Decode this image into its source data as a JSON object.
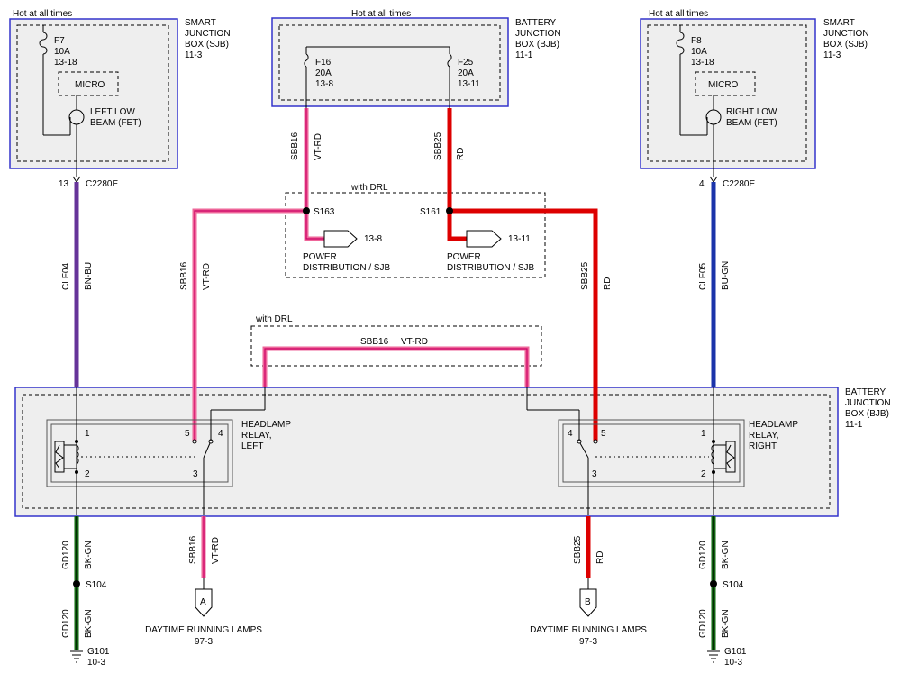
{
  "colors": {
    "vt_rd": "#ee6699",
    "vt_rd_core": "#cc0066",
    "rd": "#dd0000",
    "bn_bu": "#663399",
    "bu_gn": "#1a33aa",
    "bk_gn": "#116611",
    "box_border": "#3333cc",
    "box_fill": "#eeeeee"
  },
  "sjb_left": {
    "hot": "Hot at all times",
    "title": [
      "SMART",
      "JUNCTION",
      "BOX (SJB)",
      "11-3"
    ],
    "fuse": [
      "F7",
      "10A",
      "13-18"
    ],
    "micro": "MICRO",
    "fet": [
      "LEFT LOW",
      "BEAM (FET)"
    ],
    "pin": "13",
    "connector": "C2280E"
  },
  "sjb_right": {
    "hot": "Hot at all times",
    "title": [
      "SMART",
      "JUNCTION",
      "BOX (SJB)",
      "11-3"
    ],
    "fuse": [
      "F8",
      "10A",
      "13-18"
    ],
    "micro": "MICRO",
    "fet": [
      "RIGHT LOW",
      "BEAM (FET)"
    ],
    "pin": "4",
    "connector": "C2280E"
  },
  "bjb_top": {
    "hot": "Hot at all times",
    "title": [
      "BATTERY",
      "JUNCTION",
      "BOX (BJB)",
      "11-1"
    ],
    "fuse_a": [
      "F16",
      "20A",
      "13-8"
    ],
    "fuse_b": [
      "F25",
      "20A",
      "13-11"
    ]
  },
  "drl_splice_box": {
    "label": "with DRL",
    "s163": "S163",
    "s161": "S161",
    "pd_a_ref": "13-8",
    "pd_b_ref": "13-11",
    "pd_a": [
      "POWER",
      "DISTRIBUTION / SJB"
    ],
    "pd_b": [
      "POWER",
      "DISTRIBUTION / SJB"
    ]
  },
  "drl_bridge": {
    "label": "with DRL",
    "circuit": "SBB16",
    "color": "VT-RD"
  },
  "bjb_main": {
    "title": [
      "BATTERY",
      "JUNCTION",
      "BOX (BJB)",
      "11-1"
    ],
    "relay_left": [
      "HEADLAMP",
      "RELAY,",
      "LEFT"
    ],
    "relay_right": [
      "HEADLAMP",
      "RELAY,",
      "RIGHT"
    ],
    "left_pins": {
      "p1": "1",
      "p2": "2",
      "p3": "3",
      "p4": "4",
      "p5": "5"
    },
    "right_pins": {
      "p1": "1",
      "p2": "2",
      "p3": "3",
      "p4": "4",
      "p5": "5"
    }
  },
  "wires": {
    "sbb16_top": {
      "circuit": "SBB16",
      "color": "VT-RD"
    },
    "sbb25_top": {
      "circuit": "SBB25",
      "color": "RD"
    },
    "clf04": {
      "circuit": "CLF04",
      "color": "BN-BU"
    },
    "sbb16_mid": {
      "circuit": "SBB16",
      "color": "VT-RD"
    },
    "sbb25_mid": {
      "circuit": "SBB25",
      "color": "RD"
    },
    "clf05": {
      "circuit": "CLF05",
      "color": "BU-GN"
    },
    "gd120_l1": {
      "circuit": "GD120",
      "color": "BK-GN"
    },
    "gd120_l2": {
      "circuit": "GD120",
      "color": "BK-GN"
    },
    "sbb16_bot": {
      "circuit": "SBB16",
      "color": "VT-RD"
    },
    "sbb25_bot": {
      "circuit": "SBB25",
      "color": "RD"
    },
    "gd120_r1": {
      "circuit": "GD120",
      "color": "BK-GN"
    },
    "gd120_r2": {
      "circuit": "GD120",
      "color": "BK-GN"
    }
  },
  "bottom": {
    "s104_left": "S104",
    "s104_right": "S104",
    "drl_a_letter": "A",
    "drl_b_letter": "B",
    "drl_a": [
      "DAYTIME RUNNING LAMPS",
      "97-3"
    ],
    "drl_b": [
      "DAYTIME RUNNING LAMPS",
      "97-3"
    ],
    "g101_left": [
      "G101",
      "10-3"
    ],
    "g101_right": [
      "G101",
      "10-3"
    ]
  }
}
